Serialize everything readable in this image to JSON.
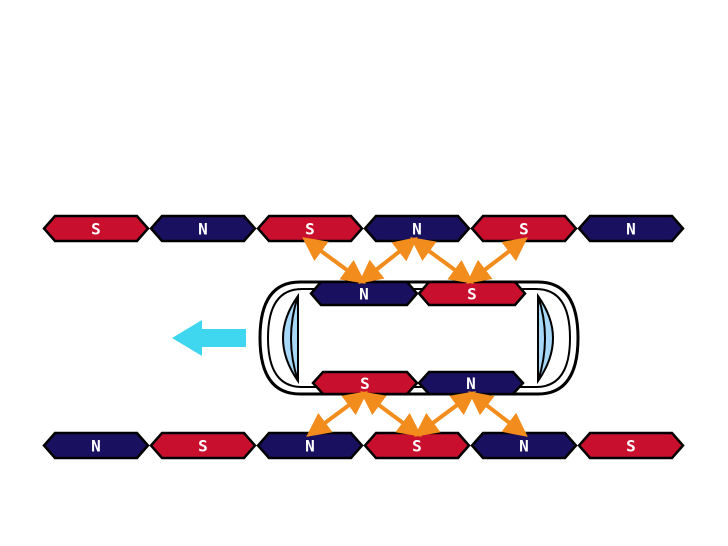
{
  "colors": {
    "background": "#ffffff",
    "south_pole": "#c8102e",
    "north_pole": "#1a1060",
    "outline": "#000000",
    "force_arrow": "#f28c1c",
    "motion_arrow": "#3fd6f0",
    "end_cap": "#a8d8f8"
  },
  "labels": {
    "south": "S",
    "north": "N"
  },
  "top_rail": [
    "S",
    "N",
    "S",
    "N",
    "S",
    "N"
  ],
  "bottom_rail": [
    "N",
    "S",
    "N",
    "S",
    "N",
    "S"
  ],
  "vehicle_top": [
    "N",
    "S"
  ],
  "vehicle_bottom": [
    "S",
    "N"
  ],
  "motion_arrow": {
    "direction": "left",
    "icon": "arrow-left-icon"
  }
}
